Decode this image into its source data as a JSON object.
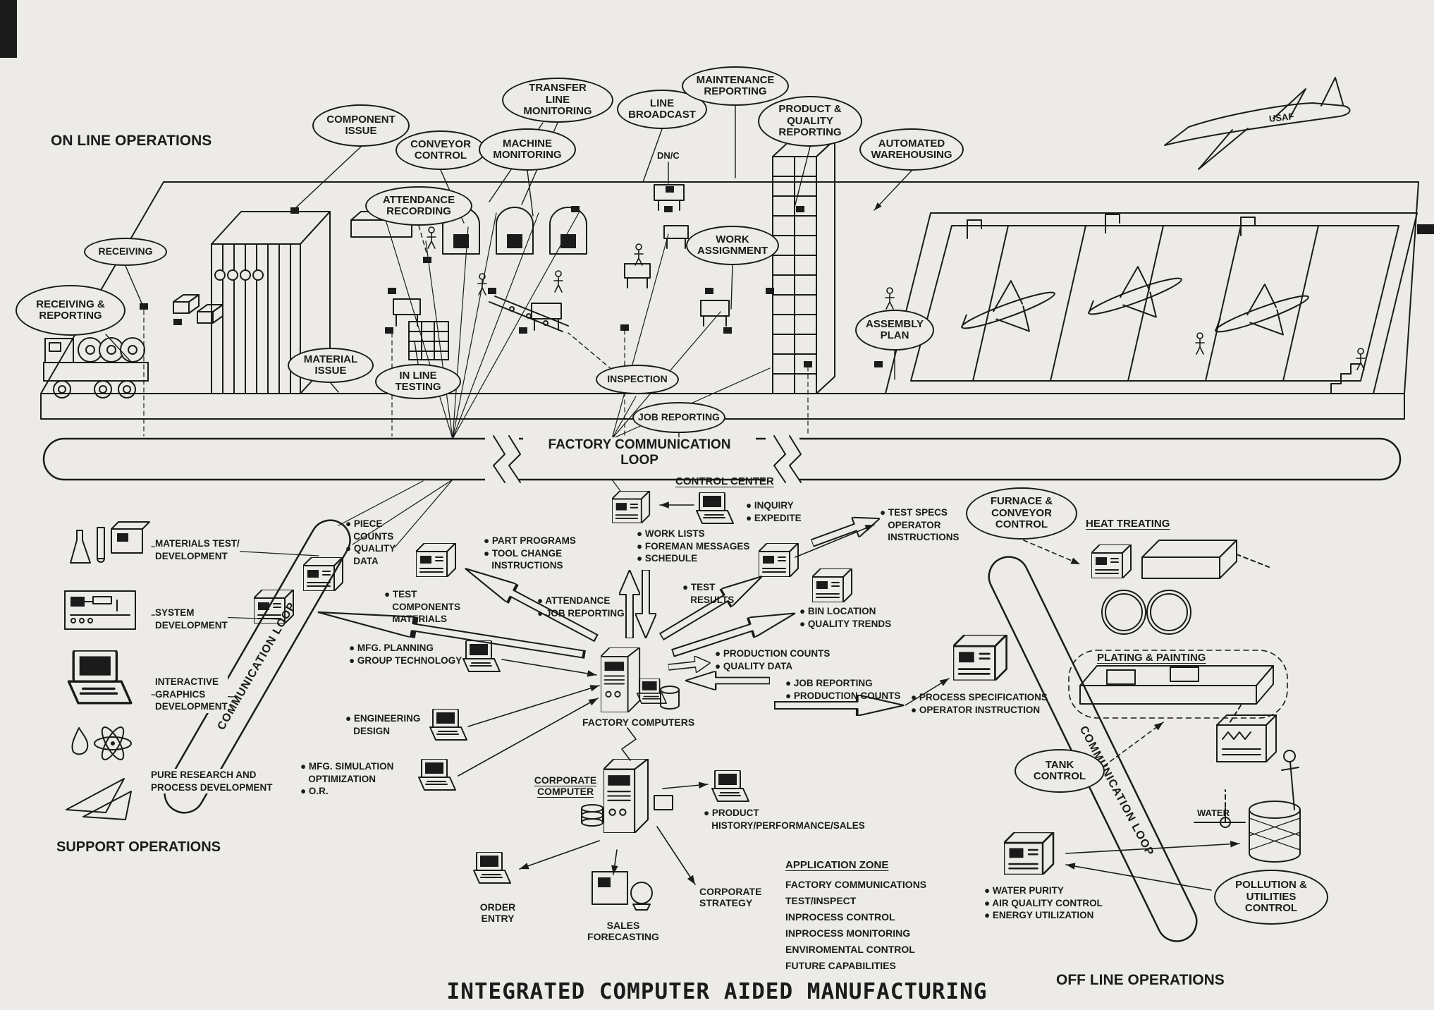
{
  "title": "INTEGRATED COMPUTER AIDED MANUFACTURING",
  "colors": {
    "ink": "#1b1b1b",
    "paper": "#ecebe7"
  },
  "labels": {
    "on_line": "ON LINE OPERATIONS",
    "support_ops": "SUPPORT OPERATIONS",
    "off_line": "OFF LINE OPERATIONS",
    "factory_loop": "FACTORY COMMUNICATION\nLOOP",
    "comm_loop_left": "COMMUNICATION LOOP",
    "comm_loop_right": "COMMUNICATION LOOP",
    "control_center": "CONTROL CENTER",
    "factory_computers": "FACTORY COMPUTERS",
    "corporate_computer": "CORPORATE\nCOMPUTER",
    "corporate_strategy": "CORPORATE\nSTRATEGY",
    "order_entry": "ORDER\nENTRY",
    "sales_forecasting": "SALES\nFORECASTING",
    "heat_treating": "HEAT TREATING",
    "plating_painting": "PLATING & PAINTING",
    "water": "WATER",
    "dnc": "DN/C",
    "usaf": "USAF"
  },
  "ovals": [
    {
      "name": "receiving-reporting",
      "label": "RECEIVING &\nREPORTING"
    },
    {
      "name": "receiving",
      "label": "RECEIVING"
    },
    {
      "name": "component-issue",
      "label": "COMPONENT\nISSUE"
    },
    {
      "name": "conveyor-control",
      "label": "CONVEYOR\nCONTROL"
    },
    {
      "name": "attendance-recording",
      "label": "ATTENDANCE\nRECORDING"
    },
    {
      "name": "machine-monitoring",
      "label": "MACHINE\nMONITORING"
    },
    {
      "name": "transfer-line-monitoring",
      "label": "TRANSFER\nLINE\nMONITORING"
    },
    {
      "name": "line-broadcast",
      "label": "LINE\nBROADCAST"
    },
    {
      "name": "maintenance-reporting",
      "label": "MAINTENANCE\nREPORTING"
    },
    {
      "name": "product-quality-reporting",
      "label": "PRODUCT &\nQUALITY\nREPORTING"
    },
    {
      "name": "automated-warehousing",
      "label": "AUTOMATED\nWAREHOUSING"
    },
    {
      "name": "work-assignment",
      "label": "WORK\nASSIGNMENT"
    },
    {
      "name": "material-issue",
      "label": "MATERIAL\nISSUE"
    },
    {
      "name": "in-line-testing",
      "label": "IN LINE\nTESTING"
    },
    {
      "name": "inspection",
      "label": "INSPECTION"
    },
    {
      "name": "job-reporting",
      "label": "JOB REPORTING"
    },
    {
      "name": "assembly-plan",
      "label": "ASSEMBLY\nPLAN"
    },
    {
      "name": "furnace-conveyor-control",
      "label": "FURNACE &\nCONVEYOR\nCONTROL"
    },
    {
      "name": "tank-control",
      "label": "TANK\nCONTROL"
    },
    {
      "name": "pollution-utilities-control",
      "label": "POLLUTION &\nUTILITIES\nCONTROL"
    }
  ],
  "bullets": [
    {
      "name": "piece-counts",
      "text": "● PIECE\n   COUNTS\n● QUALITY\n   DATA"
    },
    {
      "name": "part-programs",
      "text": "● PART PROGRAMS\n● TOOL CHANGE\n   INSTRUCTIONS"
    },
    {
      "name": "test-components",
      "text": "● TEST\n   COMPONENTS\n   MATERIALS"
    },
    {
      "name": "inquiry-expedite",
      "text": "● INQUIRY\n● EXPEDITE"
    },
    {
      "name": "work-lists",
      "text": "● WORK LISTS\n● FOREMAN MESSAGES\n● SCHEDULE"
    },
    {
      "name": "test-specs",
      "text": "● TEST SPECS\n   OPERATOR\n   INSTRUCTIONS"
    },
    {
      "name": "attendance-job-reporting",
      "text": "● ATTENDANCE\n● JOB REPORTING"
    },
    {
      "name": "test-results",
      "text": "● TEST\n   RESULTS"
    },
    {
      "name": "bin-location",
      "text": "● BIN LOCATION\n● QUALITY TRENDS"
    },
    {
      "name": "mfg-planning",
      "text": "● MFG. PLANNING\n● GROUP TECHNOLOGY"
    },
    {
      "name": "production-counts",
      "text": "● PRODUCTION COUNTS\n● QUALITY DATA"
    },
    {
      "name": "engineering-design",
      "text": "● ENGINEERING\n   DESIGN"
    },
    {
      "name": "job-reporting-production",
      "text": "● JOB REPORTING\n● PRODUCTION COUNTS"
    },
    {
      "name": "process-specifications",
      "text": "● PROCESS SPECIFICATIONS\n● OPERATOR INSTRUCTION"
    },
    {
      "name": "mfg-simulation",
      "text": "● MFG. SIMULATION\n   OPTIMIZATION\n● O.R."
    },
    {
      "name": "product-history",
      "text": "● PRODUCT\n   HISTORY/PERFORMANCE/SALES"
    },
    {
      "name": "water-purity",
      "text": "● WATER PURITY\n● AIR QUALITY CONTROL\n● ENERGY UTILIZATION"
    }
  ],
  "support": [
    {
      "name": "materials-test",
      "label": "MATERIALS TEST/\nDEVELOPMENT"
    },
    {
      "name": "system-development",
      "label": "SYSTEM\nDEVELOPMENT"
    },
    {
      "name": "interactive-graphics",
      "label": "INTERACTIVE\nGRAPHICS\nDEVELOPMENT"
    },
    {
      "name": "pure-research",
      "label": "PURE RESEARCH AND\nPROCESS DEVELOPMENT"
    }
  ],
  "application_zone": {
    "title": "APPLICATION ZONE",
    "items": [
      "FACTORY COMMUNICATIONS",
      "TEST/INSPECT",
      "INPROCESS CONTROL",
      "INPROCESS MONITORING",
      "ENVIROMENTAL CONTROL",
      "FUTURE CAPABILITIES"
    ]
  }
}
